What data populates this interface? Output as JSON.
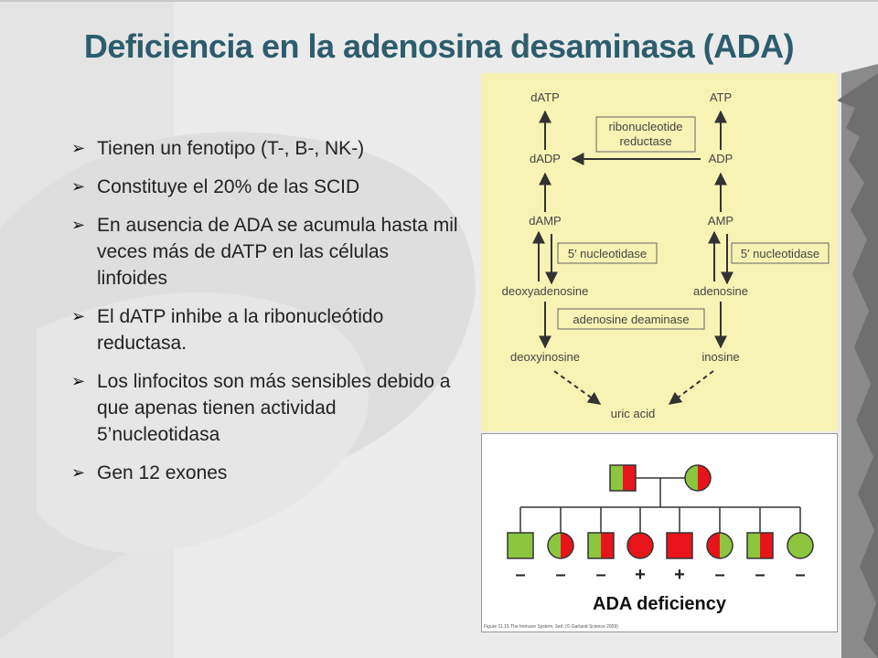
{
  "slide": {
    "title": "Deficiencia en la adenosina desaminasa (ADA)",
    "bullets": [
      "Tienen un fenotipo (T-, B-, NK-)",
      "Constituye el 20% de las SCID",
      "En ausencia de ADA se acumula hasta mil veces más de dATP en las células linfoides",
      "El dATP inhibe a la ribonucleótido reductasa.",
      "Los linfocitos son más sensibles debido a que apenas tienen actividad 5’nucleotidasa",
      "Gen 12 exones"
    ]
  },
  "pathway": {
    "left": [
      "dATP",
      "dADP",
      "dAMP",
      "deoxyadenosine",
      "deoxyinosine"
    ],
    "right": [
      "ATP",
      "ADP",
      "AMP",
      "adenosine",
      "inosine"
    ],
    "enzyme_rnr": [
      "ribonucleotide",
      "reductase"
    ],
    "enzyme_5nt": "5′ nucleotidase",
    "enzyme_ada": "adenosine deaminase",
    "end_product": "uric acid"
  },
  "pedigree": {
    "signs": [
      "–",
      "–",
      "–",
      "+",
      "+",
      "–",
      "–",
      "–"
    ],
    "caption": "ADA deficiency",
    "credit": "Figure 11.15 The Immune System, 3ed. (© Garland Science 2009)",
    "colors": {
      "affected": "#e8141c",
      "unaffected": "#8cc63f"
    }
  }
}
